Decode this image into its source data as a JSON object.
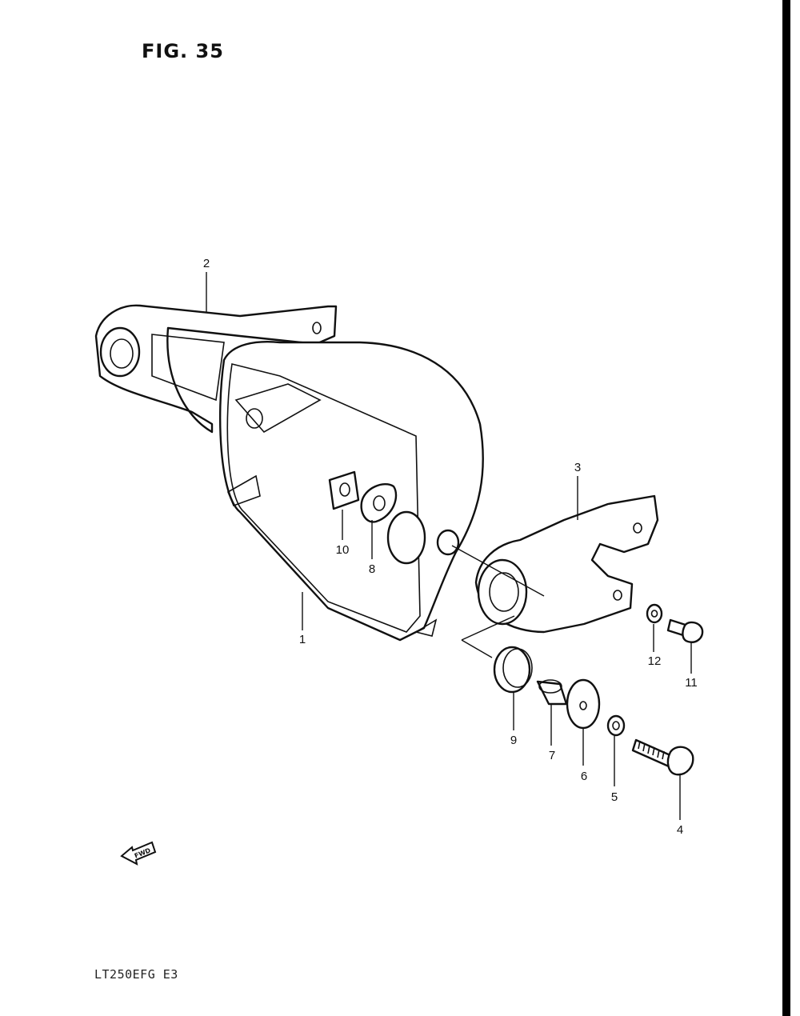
{
  "figure": {
    "title": "FIG. 35"
  },
  "model": {
    "code": "LT250EFG  E3"
  },
  "fwd_label": "FWD",
  "callouts": [
    {
      "id": "label-1",
      "text": "1"
    },
    {
      "id": "label-2",
      "text": "2"
    },
    {
      "id": "label-3",
      "text": "3"
    },
    {
      "id": "label-4",
      "text": "4"
    },
    {
      "id": "label-5",
      "text": "5"
    },
    {
      "id": "label-6",
      "text": "6"
    },
    {
      "id": "label-7",
      "text": "7"
    },
    {
      "id": "label-8",
      "text": "8"
    },
    {
      "id": "label-9",
      "text": "9"
    },
    {
      "id": "label-10",
      "text": "10"
    },
    {
      "id": "label-11",
      "text": "11"
    },
    {
      "id": "label-12",
      "text": "12"
    }
  ]
}
